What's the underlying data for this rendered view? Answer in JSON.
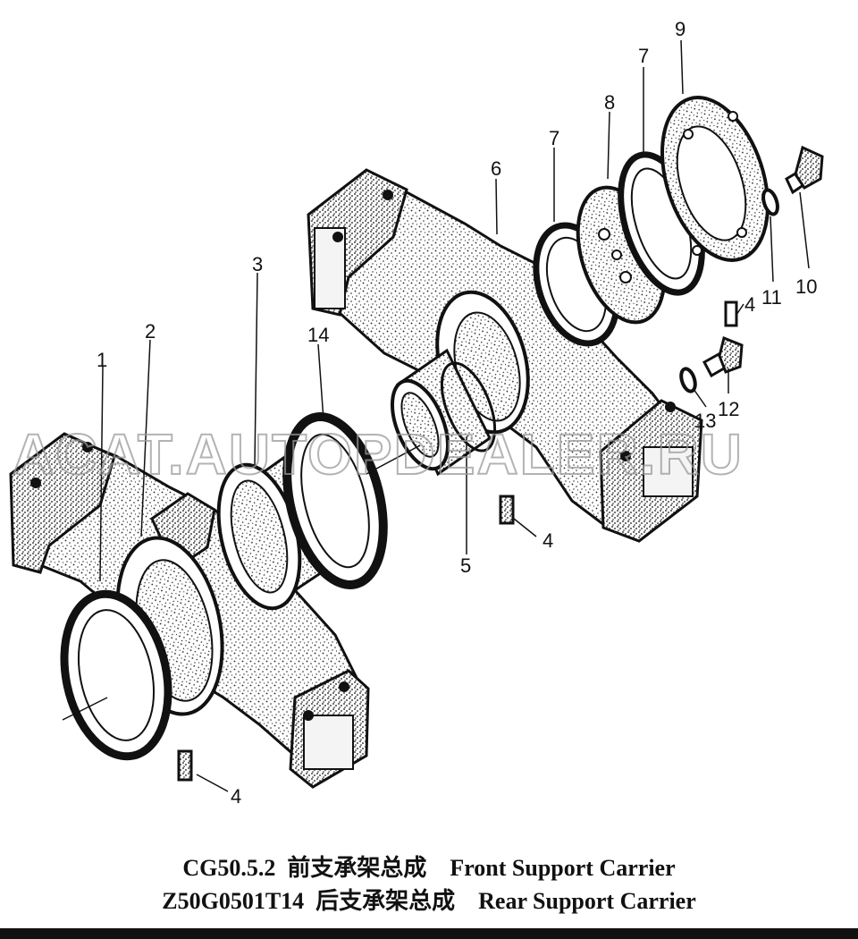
{
  "callouts": {
    "c1": "1",
    "c2": "2",
    "c3": "3",
    "c4a": "4",
    "c4b": "4",
    "c4c": "4",
    "c5": "5",
    "c6": "6",
    "c7a": "7",
    "c7b": "7",
    "c8": "8",
    "c9": "9",
    "c10": "10",
    "c11": "11",
    "c12": "12",
    "c13": "13",
    "c14": "14"
  },
  "watermark": "ACAT.AUTOPDEALER.RU",
  "caption": {
    "line1": "CG50.5.2  前支承架总成    Front Support Carrier",
    "line2": "Z50G0501T14  后支承架总成    Rear Support Carrier"
  }
}
